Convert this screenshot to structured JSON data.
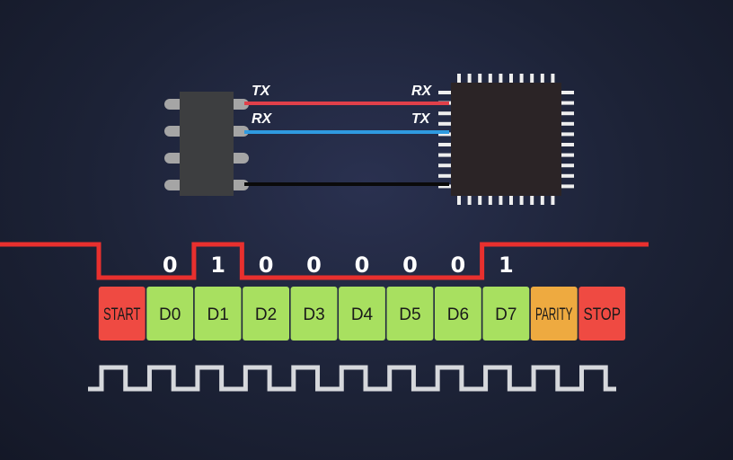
{
  "wires": [
    {
      "left_label": "TX",
      "right_label": "RX",
      "color": "#e0404a"
    },
    {
      "left_label": "RX",
      "right_label": "TX",
      "color": "#2f9ae0"
    },
    {
      "left_label": "",
      "right_label": "",
      "color": "#0a0a0a"
    }
  ],
  "frame": {
    "cells": [
      {
        "label": "START",
        "color": "#ef4a42"
      },
      {
        "label": "D0",
        "color": "#a8e060"
      },
      {
        "label": "D1",
        "color": "#a8e060"
      },
      {
        "label": "D2",
        "color": "#a8e060"
      },
      {
        "label": "D3",
        "color": "#a8e060"
      },
      {
        "label": "D4",
        "color": "#a8e060"
      },
      {
        "label": "D5",
        "color": "#a8e060"
      },
      {
        "label": "D6",
        "color": "#a8e060"
      },
      {
        "label": "D7",
        "color": "#a8e060"
      },
      {
        "label": "PARITY",
        "color": "#eeaa40"
      },
      {
        "label": "STOP",
        "color": "#ef4a42"
      }
    ],
    "bits": [
      "0",
      "1",
      "0",
      "0",
      "0",
      "0",
      "0",
      "1"
    ],
    "signal_color": "#e8302e",
    "clock_color": "#d6d8dc"
  }
}
